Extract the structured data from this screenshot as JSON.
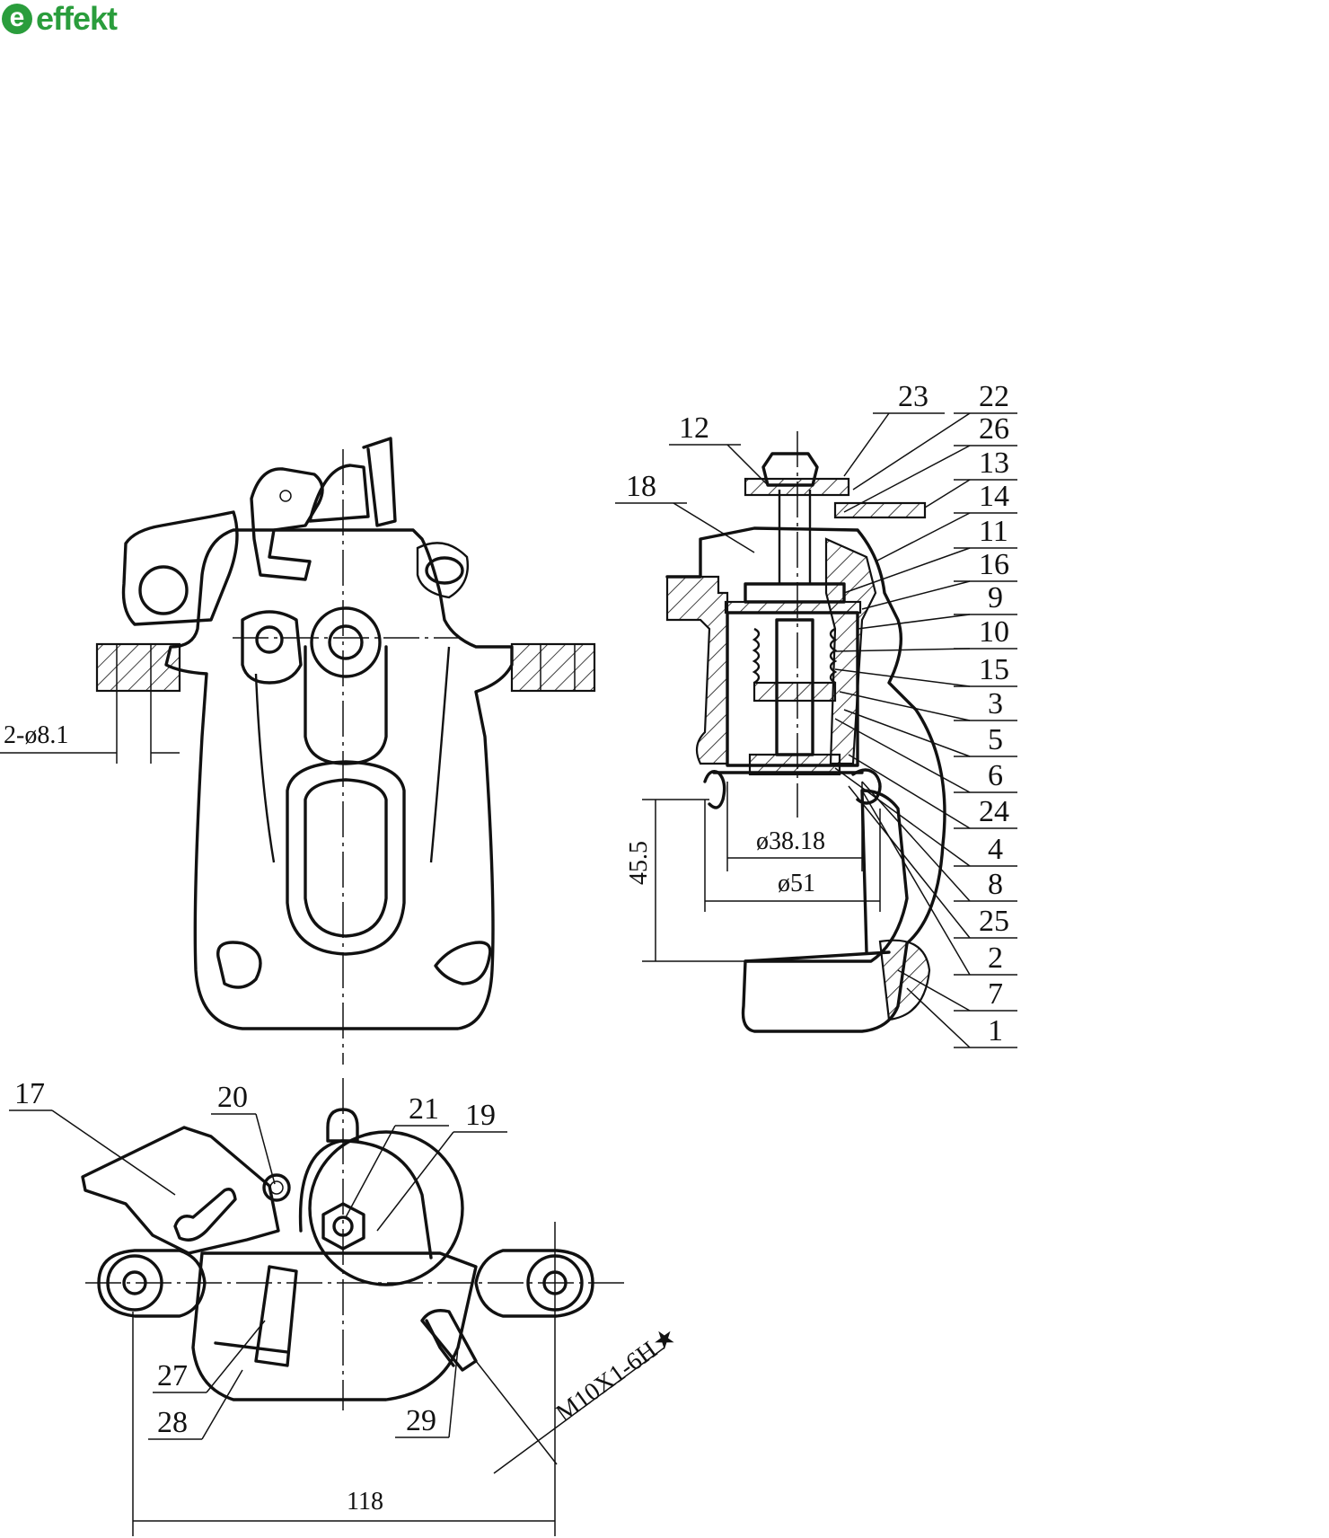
{
  "logo": {
    "text": "effekt",
    "mark": "e",
    "color": "#2a9d3c"
  },
  "callouts": [
    {
      "id": "23",
      "text": "23"
    },
    {
      "id": "22",
      "text": "22"
    },
    {
      "id": "12",
      "text": "12"
    },
    {
      "id": "26",
      "text": "26"
    },
    {
      "id": "13",
      "text": "13"
    },
    {
      "id": "18",
      "text": "18"
    },
    {
      "id": "14",
      "text": "14"
    },
    {
      "id": "11",
      "text": "11"
    },
    {
      "id": "16",
      "text": "16"
    },
    {
      "id": "9",
      "text": "9"
    },
    {
      "id": "10",
      "text": "10"
    },
    {
      "id": "15",
      "text": "15"
    },
    {
      "id": "3",
      "text": "3"
    },
    {
      "id": "5",
      "text": "5"
    },
    {
      "id": "6",
      "text": "6"
    },
    {
      "id": "24",
      "text": "24"
    },
    {
      "id": "4",
      "text": "4"
    },
    {
      "id": "8",
      "text": "8"
    },
    {
      "id": "25",
      "text": "25"
    },
    {
      "id": "2",
      "text": "2"
    },
    {
      "id": "7",
      "text": "7"
    },
    {
      "id": "1",
      "text": "1"
    },
    {
      "id": "17",
      "text": "17"
    },
    {
      "id": "20",
      "text": "20"
    },
    {
      "id": "21",
      "text": "21"
    },
    {
      "id": "19",
      "text": "19"
    },
    {
      "id": "27",
      "text": "27"
    },
    {
      "id": "28",
      "text": "28"
    },
    {
      "id": "29",
      "text": "29"
    }
  ],
  "dimensions": {
    "hole_spec": "2-ø8.1",
    "bore_inner": "ø38.18",
    "bore_outer": "ø51",
    "depth": "45.5",
    "thread": "M10X1-6H",
    "thread_mark": "★",
    "mount_spacing": "118"
  }
}
